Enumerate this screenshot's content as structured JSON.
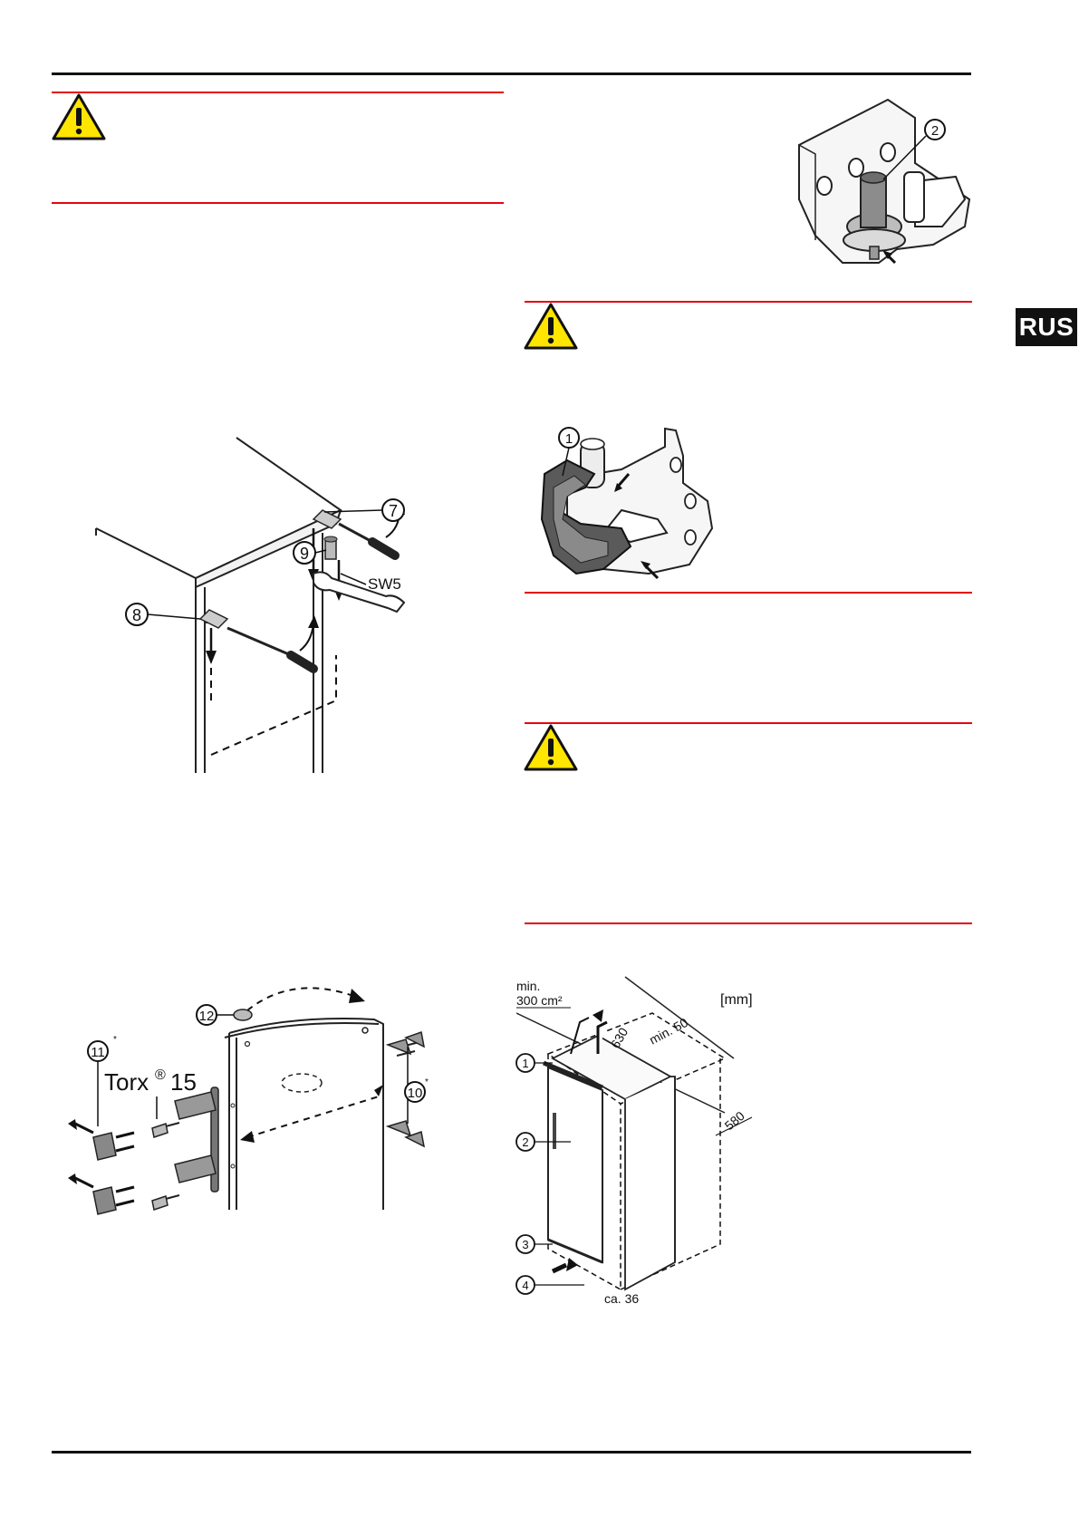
{
  "badge": {
    "language": "RUS"
  },
  "figures": {
    "hinge_pin": {
      "callout": "2"
    },
    "top_hinge_removal": {
      "callout_7": "7",
      "callout_8": "8",
      "callout_9": "9",
      "wrench_size": "SW5"
    },
    "hinge_cover": {
      "callout": "1"
    },
    "door_handle": {
      "callout_11": "11",
      "callout_12": "12",
      "callout_10": "10",
      "asterisk": "*",
      "torx_label": "Torx",
      "torx_mark": "®",
      "torx_size": "15"
    },
    "installation": {
      "unit": "[mm]",
      "vent_min": "min.",
      "vent_area": "300 cm²",
      "depth_top": "630",
      "gap_min": "min. 50",
      "depth": "580",
      "gap_bottom": "ca. 36",
      "callout_1": "1",
      "callout_2": "2",
      "callout_3": "3",
      "callout_4": "4"
    }
  },
  "colors": {
    "rule": "#111111",
    "warning_rule": "#e30613",
    "warning_fill": "#ffe500",
    "badge_bg": "#111111",
    "badge_text": "#ffffff"
  },
  "icons": {
    "warning": "warning-triangle-icon"
  }
}
